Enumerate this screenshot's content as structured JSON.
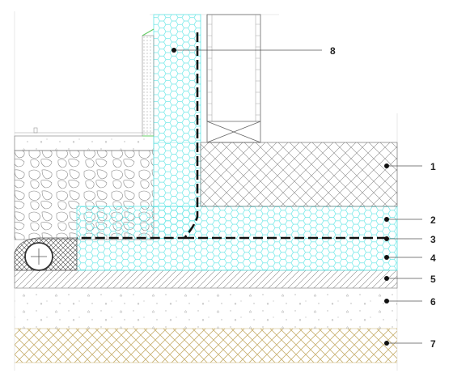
{
  "diagram": {
    "type": "construction-section-detail",
    "colors": {
      "insulation": "#66e6e6",
      "ground_rock": "#888888",
      "concrete_hatch": "#777777",
      "gravel_hatch": "#c8b070",
      "membrane": "#111111",
      "outline": "#555555"
    },
    "callouts": [
      {
        "id": "8",
        "label": "8"
      },
      {
        "id": "1",
        "label": "1"
      },
      {
        "id": "2",
        "label": "2"
      },
      {
        "id": "3",
        "label": "3"
      },
      {
        "id": "4",
        "label": "4"
      },
      {
        "id": "5",
        "label": "5"
      },
      {
        "id": "6",
        "label": "6"
      },
      {
        "id": "7",
        "label": "7"
      }
    ]
  }
}
